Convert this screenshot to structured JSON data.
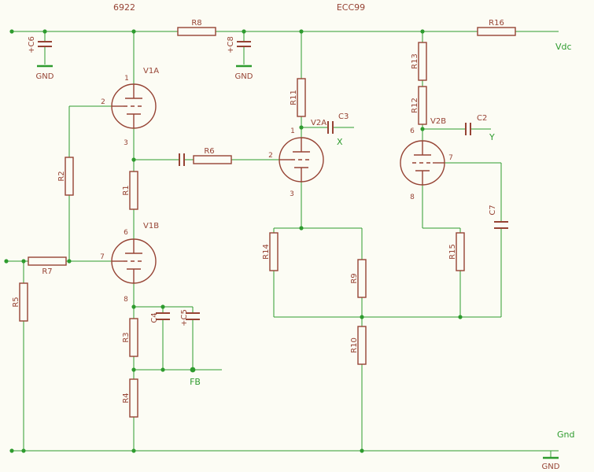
{
  "colors": {
    "background": "#fcfcf4",
    "wire_green": "#2e9b2e",
    "component_maroon": "#964334"
  },
  "titles": {
    "input_tube": "6922",
    "output_tube": "ECC99"
  },
  "rails": {
    "positive": "Vdc",
    "negative": "Gnd"
  },
  "ground": {
    "label": "GND"
  },
  "nets": {
    "output_x": "X",
    "output_y": "Y",
    "feedback": "FB"
  },
  "tubes": {
    "v1a": {
      "name": "V1A",
      "pins": {
        "plate": "1",
        "grid": "2",
        "cathode": "3"
      }
    },
    "v1b": {
      "name": "V1B",
      "pins": {
        "plate": "6",
        "grid": "7",
        "cathode": "8"
      }
    },
    "v2a": {
      "name": "V2A",
      "pins": {
        "plate": "1",
        "grid": "2",
        "cathode": "3"
      }
    },
    "v2b": {
      "name": "V2B",
      "pins": {
        "plate": "6",
        "grid": "7",
        "cathode": "8"
      }
    }
  },
  "resistors": {
    "r1": "R1",
    "r2": "R2",
    "r3": "R3",
    "r4": "R4",
    "r5": "R5",
    "r6": "R6",
    "r7": "R7",
    "r8": "R8",
    "r9": "R9",
    "r10": "R10",
    "r11": "R11",
    "r12": "R12",
    "r13": "R13",
    "r14": "R14",
    "r15": "R15",
    "r16": "R16"
  },
  "capacitors": {
    "c2": "C2",
    "c3": "C3",
    "c4": "C4",
    "c5": "+C5",
    "c6": "+C6",
    "c7": "C7",
    "c8": "+C8"
  }
}
